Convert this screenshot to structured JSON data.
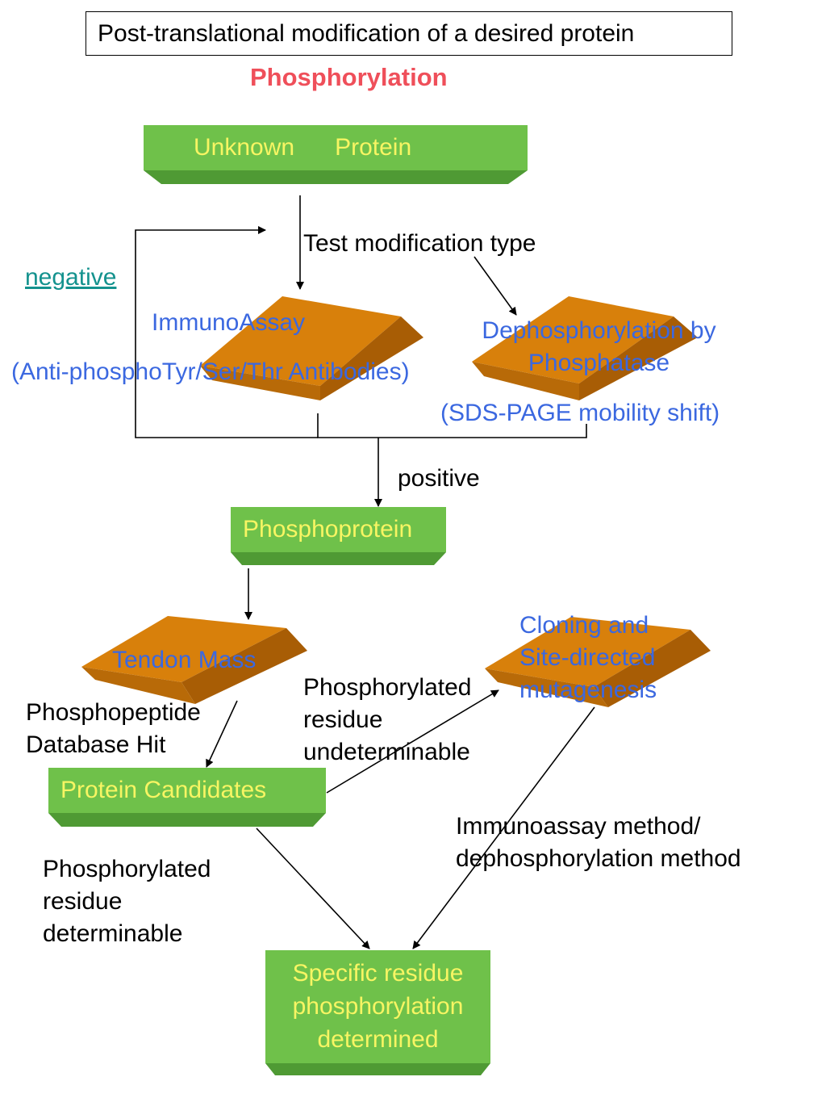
{
  "header": {
    "title": "Post-translational modification of a desired protein",
    "subtitle": "Phosphorylation"
  },
  "nodes": {
    "unknown_protein": "Unknown      Protein",
    "immunoassay": "ImmunoAssay",
    "immunoassay_detail": "(Anti-phosphoTyr/Ser/Thr Antibodies)",
    "dephos_line1": "Dephosphorylation by",
    "dephos_line2": "Phosphatase",
    "dephos_detail": "(SDS-PAGE mobility shift)",
    "phosphoprotein": "Phosphoprotein",
    "tendon_mass": "Tendon Mass",
    "cloning_line1": "Cloning and",
    "cloning_line2": "Site-directed",
    "cloning_line3": "mutagenesis",
    "protein_candidates": "Protein Candidates",
    "specific_line1": "Specific residue",
    "specific_line2": "phosphorylation",
    "specific_line3": "determined"
  },
  "labels": {
    "test_modification": "Test modification type",
    "negative": "negative",
    "positive": "positive",
    "db_hit_line1": "Phosphopeptide",
    "db_hit_line2": "Database Hit",
    "undeterminable_line1": "Phosphorylated",
    "undeterminable_line2": "residue",
    "undeterminable_line3": "undeterminable",
    "determinable_line1": "Phosphorylated",
    "determinable_line2": "residue",
    "determinable_line3": "determinable",
    "method_line1": "Immunoassay method/",
    "method_line2": "dephosphorylation method"
  },
  "colors": {
    "green_box": "#6fc14a",
    "green_bevel": "#4f9a34",
    "orange_face": "#d8800b",
    "orange_side": "#a85d05",
    "orange_front": "#b86a08",
    "node_text_yellow": "#f7f563",
    "node_text_blue": "#3b68e0",
    "subtitle_red": "#ef4f5a"
  }
}
